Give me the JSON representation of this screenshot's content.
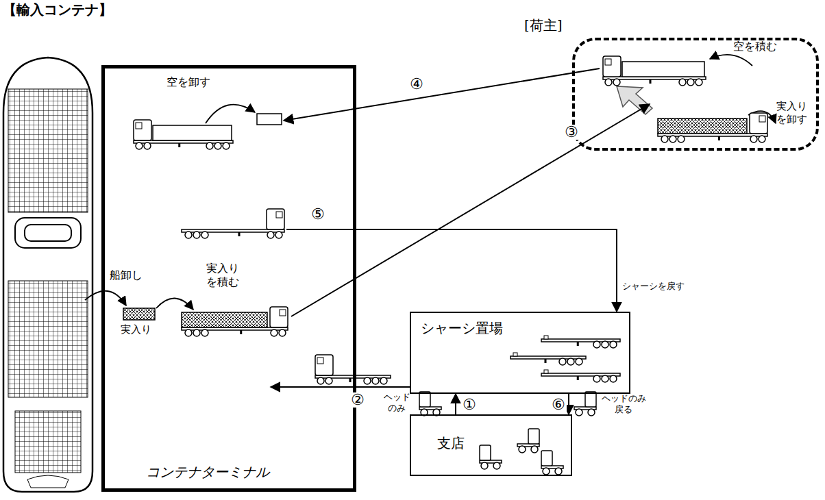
{
  "diagram": {
    "title": "【輸入コンテナ】",
    "nodes": [
      {
        "text": [
          "コンテナターミナル"
        ]
      },
      {
        "text": [
          "[荷主]"
        ]
      },
      {
        "text": [
          "シャーシ置場"
        ]
      },
      {
        "text": [
          "支店"
        ]
      }
    ],
    "edges": [
      {
        "from": 3,
        "to": 2,
        "arrow": "to",
        "label": "①"
      },
      {
        "from": 2,
        "to": 0,
        "arrow": "to",
        "label": "②"
      },
      {
        "from": 0,
        "to": 1,
        "arrow": "to",
        "label": "③"
      },
      {
        "from": 1,
        "to": 0,
        "arrow": "to",
        "label": "④"
      },
      {
        "from": 0,
        "to": 2,
        "arrow": "to",
        "label": "⑤"
      },
      {
        "from": 2,
        "to": 3,
        "arrow": "to",
        "label": "⑥"
      }
    ],
    "labels": [
      "空を卸す",
      "実入り を積む",
      "船卸し",
      "実入り",
      "空を積む",
      "実入り を卸す",
      "シャーシを戻す",
      "ヘッド のみ",
      "ヘッドのみ 戻る"
    ]
  }
}
